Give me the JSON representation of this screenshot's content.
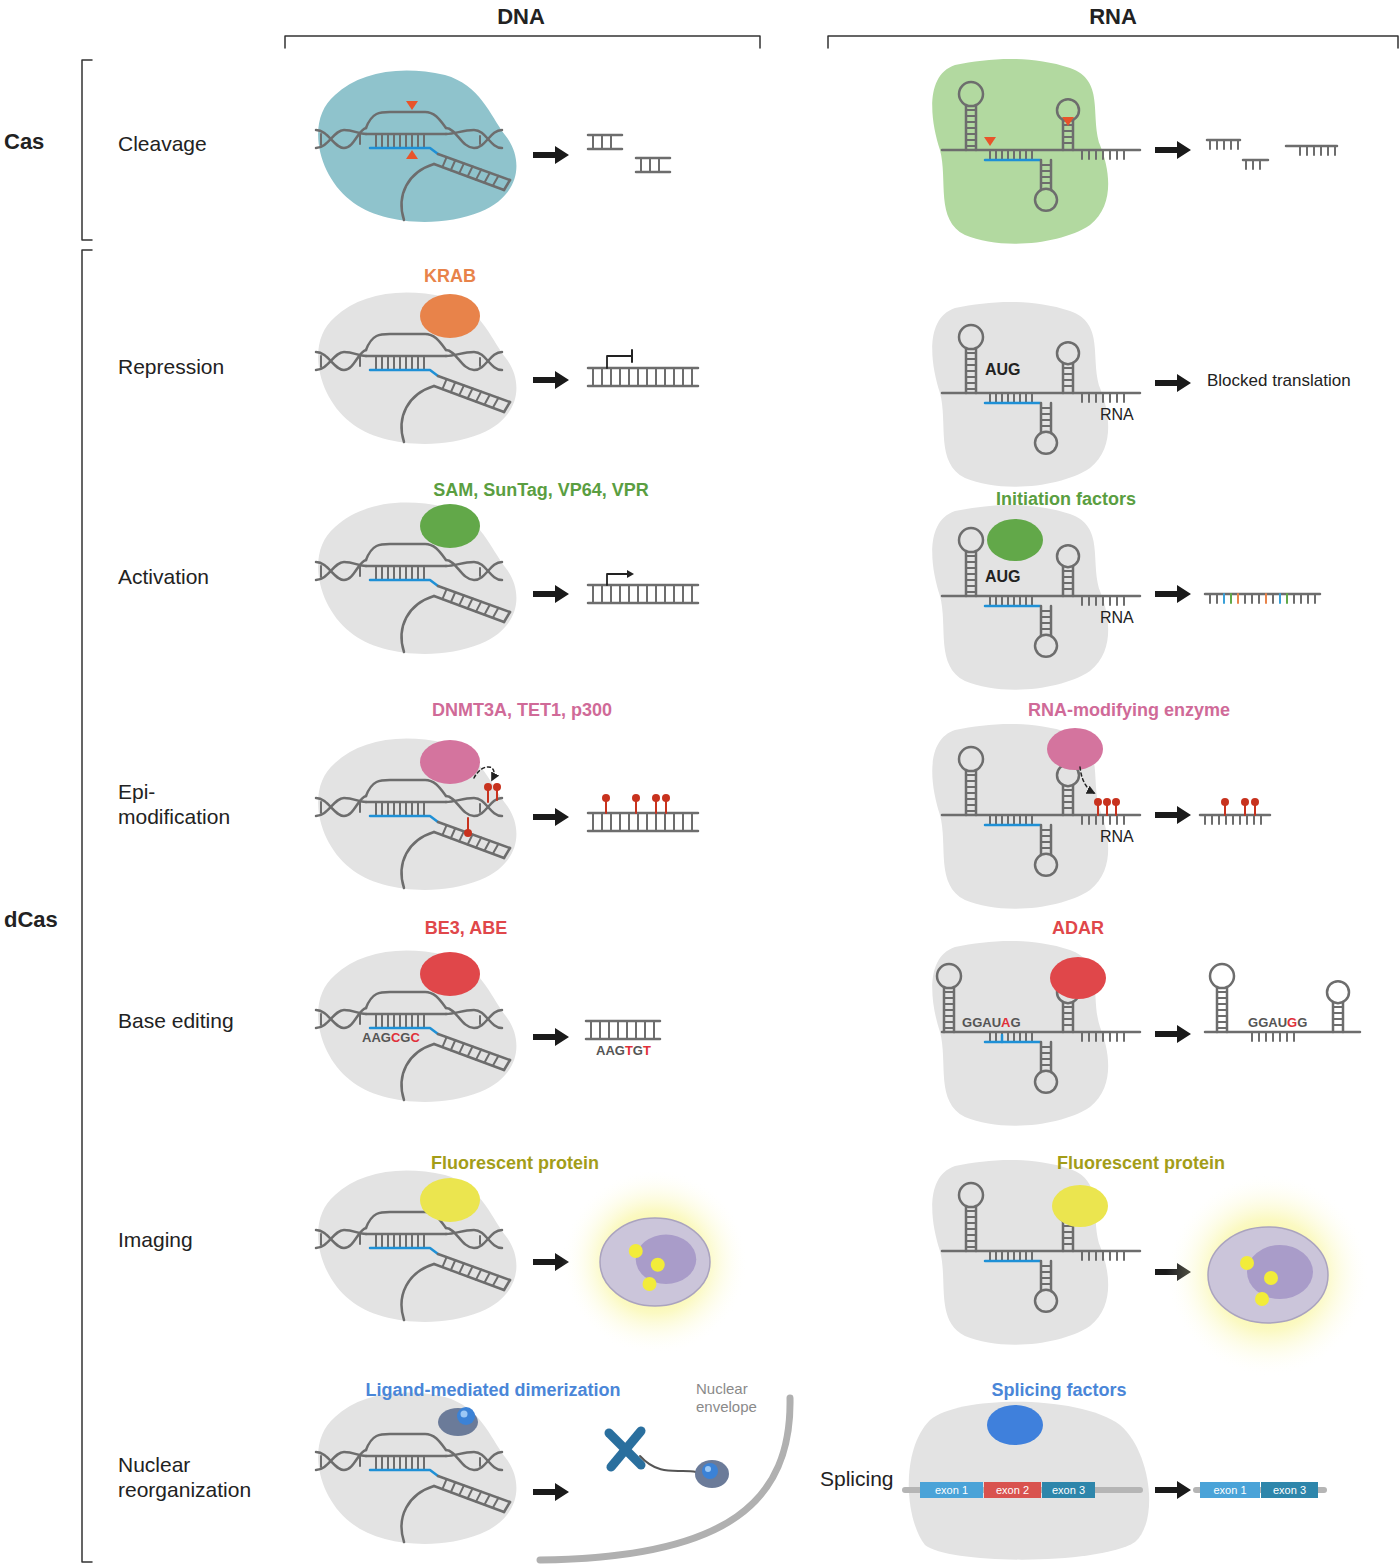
{
  "diagram": {
    "nodes": [
      {
        "text": [
          "exon 1"
        ]
      },
      {
        "text": [
          "exon 2"
        ]
      },
      {
        "text": [
          "exon 3"
        ]
      },
      {
        "text": [
          "exon 1"
        ]
      },
      {
        "text": [
          "exon 3"
        ]
      }
    ],
    "labels": [
      "DNA",
      "RNA",
      "Cas",
      "Cleavage",
      "dCas",
      "Repression",
      "KRAB",
      "AUG",
      "RNA",
      "Blocked translation",
      "Activation",
      "SAM, SunTag, VP64, VPR",
      "Initiation factors",
      "AUG",
      "RNA",
      "Epi- modification",
      "DNMT3A, TET1, p300",
      "RNA-modifying enzyme",
      "RNA",
      "Base editing",
      "BE3, ABE",
      "AAGCGC",
      "AAGTGT",
      "ADAR",
      "GGAUAG",
      "GGAUGG",
      "Imaging",
      "Fluorescent protein",
      "Fluorescent protein",
      "Nuclear reorganization",
      "Ligand-mediated dimerization",
      "Nuclear envelope",
      "Splicing factors",
      "Splicing"
    ]
  }
}
